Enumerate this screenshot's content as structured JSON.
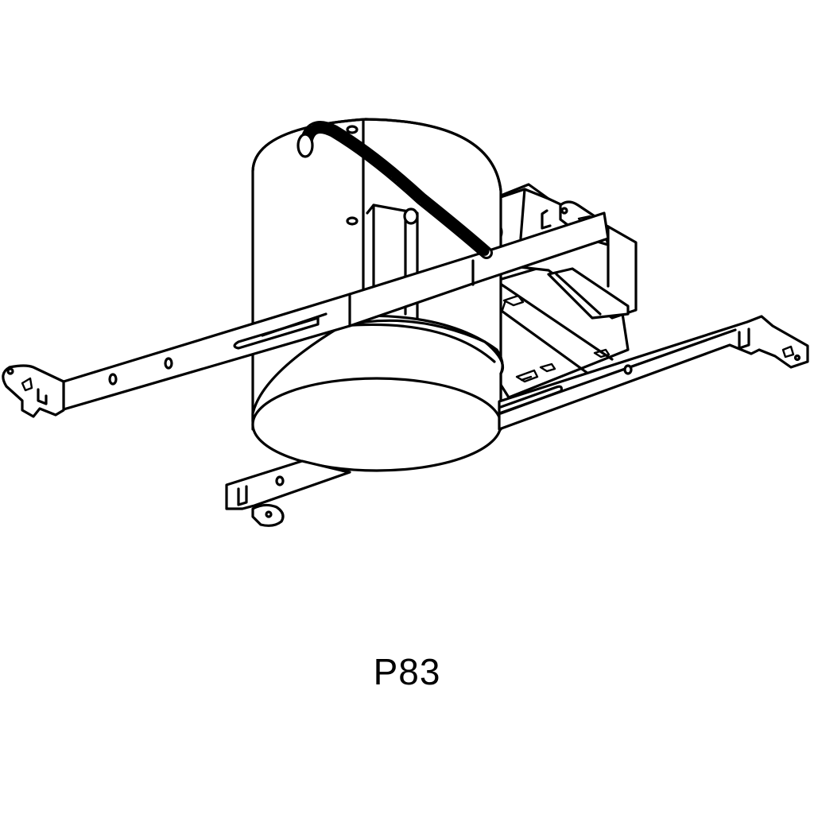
{
  "figure": {
    "caption": "P83",
    "subject": "recessed-downlight-housing",
    "background_color": "#ffffff",
    "line_color": "#000000",
    "components": [
      "cylindrical-housing-can",
      "trim-ring-aperture",
      "flexible-armored-conduit",
      "junction-box",
      "mounting-plate",
      "hanger-bar-left",
      "hanger-bar-right",
      "hanger-bar-front",
      "hanger-bar-rear-upper"
    ]
  }
}
